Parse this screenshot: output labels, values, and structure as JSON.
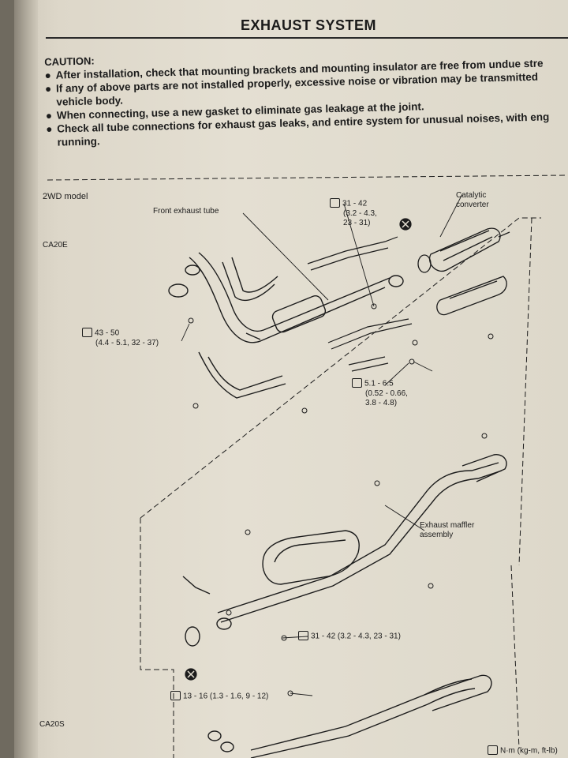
{
  "page": {
    "title": "EXHAUST SYSTEM",
    "caution": {
      "heading": "CAUTION:",
      "lines": [
        "After installation, check that mounting brackets and mounting insulator are free from undue stre",
        "If any of above parts are not installed properly, excessive noise or vibration may be transmitted",
        "vehicle body.",
        "When connecting, use a new gasket to eliminate gas leakage at the joint.",
        "Check all tube connections for exhaust gas leaks, and entire system for unusual noises, with eng",
        "running."
      ]
    }
  },
  "diagram": {
    "model": "2WD model",
    "engine_top": "CA20E",
    "engine_bottom": "CA20S",
    "labels": {
      "catalytic": [
        "Catalytic",
        "converter"
      ],
      "front_tube": "Front exhaust tube",
      "muffler": [
        "Exhaust maffler",
        "assembly"
      ]
    },
    "torques": [
      {
        "id": "t1",
        "lines": [
          "31 - 42",
          "(3.2 - 4.3,",
          "23 - 31)"
        ]
      },
      {
        "id": "t2",
        "lines": [
          "43 - 50",
          "(4.4 - 5.1, 32 - 37)"
        ]
      },
      {
        "id": "t3",
        "lines": [
          "5.1 - 6.5",
          "(0.52 - 0.66,",
          "3.8 - 4.8)"
        ]
      },
      {
        "id": "t4",
        "lines": [
          "31 - 42 (3.2 - 4.3, 23 - 31)"
        ]
      },
      {
        "id": "t5",
        "lines": [
          "13 - 16 (1.3 - 1.6, 9 - 12)"
        ]
      }
    ],
    "unit_note": "N·m (kg-m, ft-lb)"
  },
  "colors": {
    "paper": "#e4dfd2",
    "ink": "#1c1c1c",
    "ghost": "#b9b4a8"
  }
}
